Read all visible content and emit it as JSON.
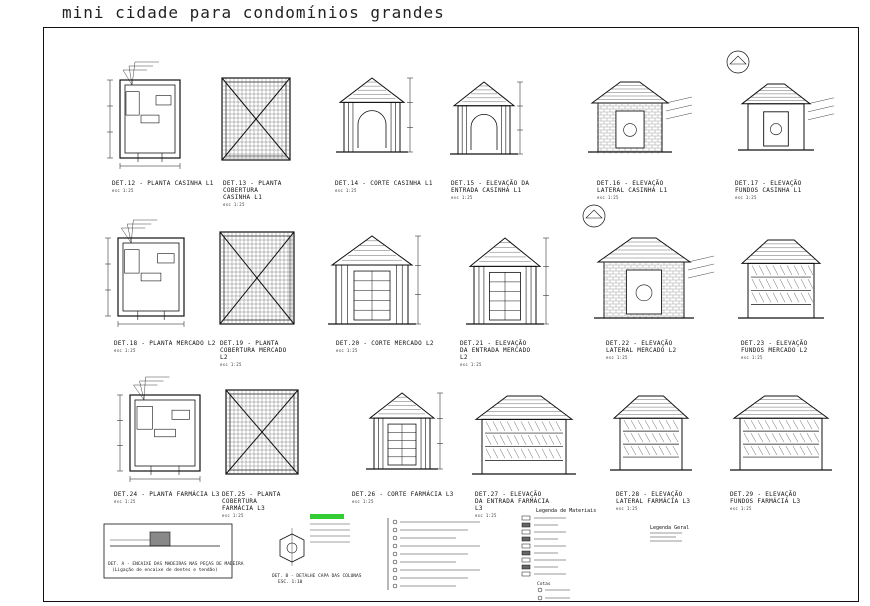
{
  "header": {
    "title": "mini cidade para condomínios grandes"
  },
  "details": [
    {
      "label": "DET.12 - PLANTA CASINHA L1",
      "scale": "esc 1:25"
    },
    {
      "label": "DET.13 - PLANTA COBERTURA CASINHA L1",
      "scale": "esc 1:25"
    },
    {
      "label": "DET.14 - CORTE CASINHA L1",
      "scale": "esc 1:25"
    },
    {
      "label": "DET.15 - ELEVAÇÃO DA ENTRADA CASINHA L1",
      "scale": "esc 1:25"
    },
    {
      "label": "DET.16 - ELEVAÇÃO LATERAL CASINHA L1",
      "scale": "esc 1:25"
    },
    {
      "label": "DET.17 - ELEVAÇÃO FUNDOS CASINHA L1",
      "scale": "esc 1:25"
    },
    {
      "label": "DET.18 - PLANTA MERCADO L2",
      "scale": "esc 1:25"
    },
    {
      "label": "DET.19 - PLANTA COBERTURA MERCADO L2",
      "scale": "esc 1:25"
    },
    {
      "label": "DET.20 - CORTE MERCADO L2",
      "scale": "esc 1:25"
    },
    {
      "label": "DET.21 - ELEVAÇÃO DA ENTRADA MERCADO L2",
      "scale": "esc 1:25"
    },
    {
      "label": "DET.22 - ELEVAÇÃO LATERAL MERCADO L2",
      "scale": "esc 1:25"
    },
    {
      "label": "DET.23 - ELEVAÇÃO FUNDOS MERCADO L2",
      "scale": "esc 1:25"
    },
    {
      "label": "DET.24 - PLANTA FARMÁCIA L3",
      "scale": "esc 1:25"
    },
    {
      "label": "DET.25 - PLANTA COBERTURA FARMÁCIA L3",
      "scale": "esc 1:25"
    },
    {
      "label": "DET.26 - CORTE FARMÁCIA L3",
      "scale": "esc 1:25"
    },
    {
      "label": "DET.27 - ELEVAÇÃO DA ENTRADA FARMÁCIA L3",
      "scale": "esc 1:25"
    },
    {
      "label": "DET.28 - ELEVAÇÃO LATERAL FARMÁCIA L3",
      "scale": "esc 1:25"
    },
    {
      "label": "DET.29 - ELEVAÇÃO FUNDOS FARMÁCIA L3",
      "scale": "esc 1:25"
    }
  ],
  "bottom": {
    "det_a": "DET. A - ENCAIXE DAS MADEIRAS NAS PEÇAS DE MADEIRA",
    "det_a_sub": "(Ligação de encaixe de dentes e tendão)",
    "det_b": "DET. B - DETALHE CAPA DAS COLUNAS",
    "det_b_scale": "ESC. 1:10",
    "legend_materials": "Legenda de Materiais",
    "legend_general": "Legenda Geral",
    "legend_cotas": "Cotas"
  }
}
